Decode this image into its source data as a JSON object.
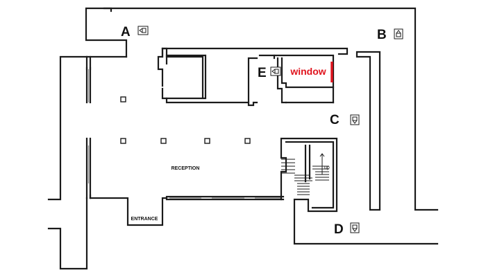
{
  "cameras": [
    {
      "letter": "A",
      "direction": "left",
      "icon": "camera-left-icon"
    },
    {
      "letter": "B",
      "direction": "up",
      "icon": "camera-up-icon"
    },
    {
      "letter": "C",
      "direction": "down",
      "icon": "camera-down-icon"
    },
    {
      "letter": "D",
      "direction": "down",
      "icon": "camera-down-icon"
    },
    {
      "letter": "E",
      "direction": "left",
      "icon": "camera-left-icon"
    }
  ],
  "labels": {
    "reception": "RECEPTION",
    "entrance": "ENTRANCE",
    "window": "window",
    "up": "up"
  },
  "colors": {
    "walls": "#1a1a1a",
    "window_accent": "#e0141e",
    "background": "#ffffff"
  }
}
